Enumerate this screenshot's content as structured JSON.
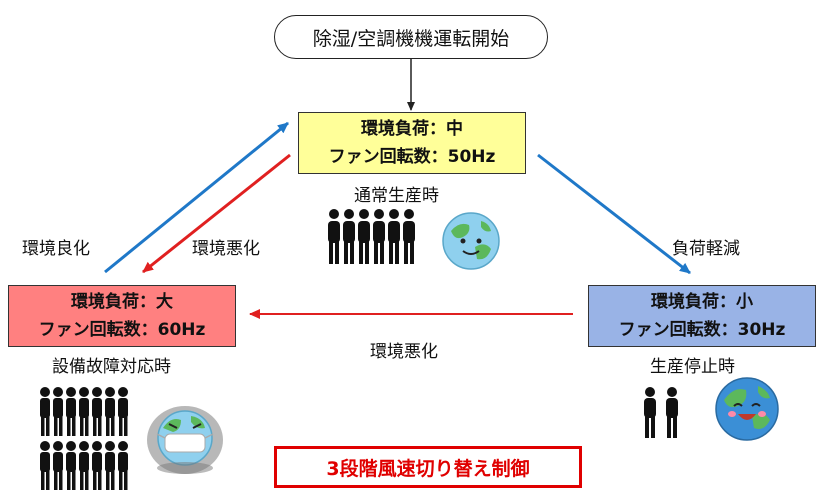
{
  "start": {
    "label": "除湿/空調機機運転開始"
  },
  "states": {
    "mid": {
      "line1": "環境負荷：中",
      "line2": "ファン回転数：50Hz",
      "caption": "通常生産時",
      "color": "#ffff99"
    },
    "high": {
      "line1": "環境負荷：大",
      "line2": "ファン回転数：60Hz",
      "caption": "設備故障対応時",
      "color": "#ff8080"
    },
    "low": {
      "line1": "環境負荷：小",
      "line2": "ファン回転数：30Hz",
      "caption": "生産停止時",
      "color": "#99b3e6"
    }
  },
  "transitions": {
    "high_to_mid": "環境良化",
    "mid_to_high": "環境悪化",
    "mid_to_low": "負荷軽減",
    "low_to_high": "環境悪化"
  },
  "control_label": "3段階風速切り替え制御",
  "colors": {
    "improve": "#1f78c8",
    "worsen": "#e02020",
    "accent_box": "#e00000"
  },
  "icons": {
    "people_mid": "people-group-icon",
    "earth_mid": "smiling-earth-icon",
    "people_high": "large-people-group-icon",
    "earth_high": "sick-earth-with-mask-icon",
    "people_low": "two-people-icon",
    "earth_low": "happy-earth-icon"
  }
}
